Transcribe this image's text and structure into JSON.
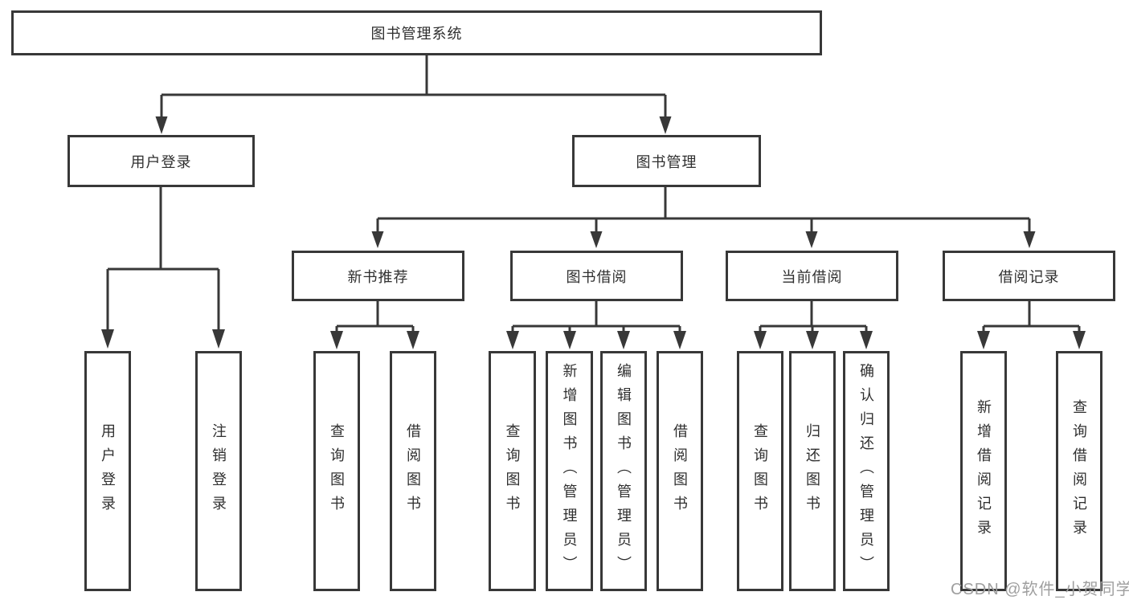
{
  "title": "图书管理系统",
  "tree": {
    "label": "图书管理系统",
    "children": [
      {
        "label": "用户登录",
        "children": [
          {
            "label": "用户登录"
          },
          {
            "label": "注销登录"
          }
        ]
      },
      {
        "label": "图书管理",
        "children": [
          {
            "label": "新书推荐",
            "children": [
              {
                "label": "查询图书"
              },
              {
                "label": "借阅图书"
              }
            ]
          },
          {
            "label": "图书借阅",
            "children": [
              {
                "label": "查询图书"
              },
              {
                "label": "新增图书（管理员）"
              },
              {
                "label": "编辑图书（管理员）"
              },
              {
                "label": "借阅图书"
              }
            ]
          },
          {
            "label": "当前借阅",
            "children": [
              {
                "label": "查询图书"
              },
              {
                "label": "归还图书"
              },
              {
                "label": "确认归还（管理员）"
              }
            ]
          },
          {
            "label": "借阅记录",
            "children": [
              {
                "label": "新增借阅记录"
              },
              {
                "label": "查询借阅记录"
              }
            ]
          }
        ]
      }
    ]
  },
  "watermark": "CSDN @软件_小贺同学",
  "colors": {
    "line": "#383838",
    "box_border": "#383838",
    "box_fill": "#ffffff",
    "text": "#2f2f2f",
    "watermark": "#9f9f9f",
    "background": "#ffffff"
  }
}
